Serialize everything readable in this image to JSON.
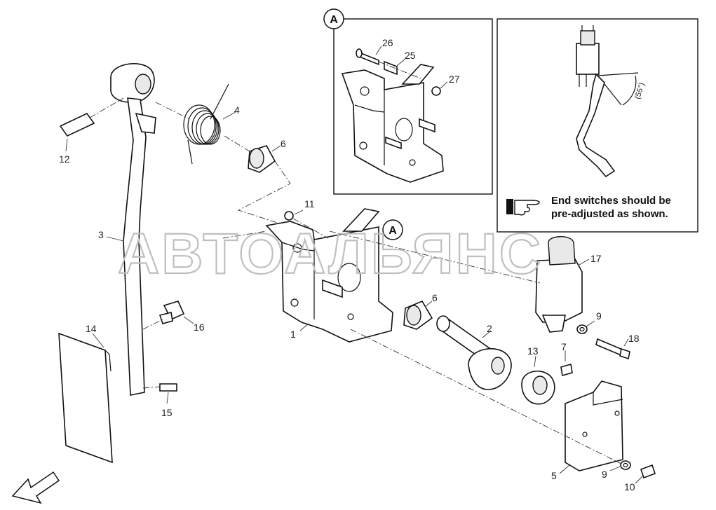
{
  "callouts": {
    "detail_a_top": "A",
    "detail_a_main": "A"
  },
  "note": {
    "line1": "End switches should be",
    "line2": "pre-adjusted as shown.",
    "angle": "(55°)"
  },
  "watermark": "АВТОАЛЬЯНС",
  "parts": {
    "p1": "1",
    "p2": "2",
    "p3": "3",
    "p4": "4",
    "p5": "5",
    "p6a": "6",
    "p6b": "6",
    "p7": "7",
    "p9a": "9",
    "p9b": "9",
    "p10": "10",
    "p11": "11",
    "p12": "12",
    "p13": "13",
    "p14": "14",
    "p15": "15",
    "p16": "16",
    "p17": "17",
    "p18": "18",
    "p25": "25",
    "p26": "26",
    "p27": "27"
  },
  "icons": {
    "hand": "pointing-hand-icon",
    "arrow": "front-direction-arrow-icon"
  }
}
